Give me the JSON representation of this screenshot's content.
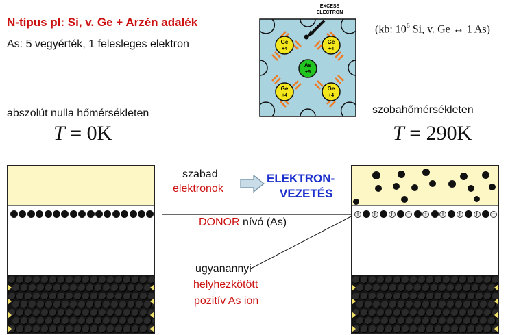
{
  "header": {
    "title": "N-típus  pl: Si, v. Ge + Arzén adalék",
    "subtitle": "As: 5 vegyérték, 1 felesleges elektron",
    "ratio_prefix": "(kb: 10",
    "ratio_exp": "6",
    "ratio_suffix": " Si, v. Ge ↔ 1 As)"
  },
  "lattice": {
    "label_line1": "EXCESS",
    "label_line2": "ELECTRON",
    "ge_label": "Ge",
    "ge_charge": "+4",
    "as_label": "As",
    "as_charge": "+5",
    "ge_color": "#f3e61c",
    "as_color": "#22c422",
    "background": "#a9d3df"
  },
  "left_panel": {
    "temp_label": "abszolút nulla hőmérsékleten",
    "eq_var": "T",
    "eq_op": " = ",
    "eq_val": "0",
    "eq_unit": "K"
  },
  "right_panel": {
    "temp_label": "szobahőmérsékleten",
    "eq_var": "T",
    "eq_op": " = ",
    "eq_val": "290",
    "eq_unit": "K"
  },
  "annotations": {
    "free_line1": "szabad",
    "free_line2": "elektronok",
    "conduction_line1": "ELEKTRON-",
    "conduction_line2": "VEZETÉS",
    "donor_red": "DONOR",
    "donor_black": " nívó (As)",
    "ion_line1": "ugyanannyi",
    "ion_line2": "helyhezkötött",
    "ion_line3": "pozitív As ion"
  },
  "colors": {
    "accent_red": "#cc1111",
    "accent_blue": "#1a2fcc",
    "conduction_band": "#fcf7c4",
    "valence_band": "#141414",
    "arrow_fill": "#c9dde8"
  },
  "icons": {
    "arrow": "right-arrow-icon",
    "ion_symbol": "⊕"
  }
}
